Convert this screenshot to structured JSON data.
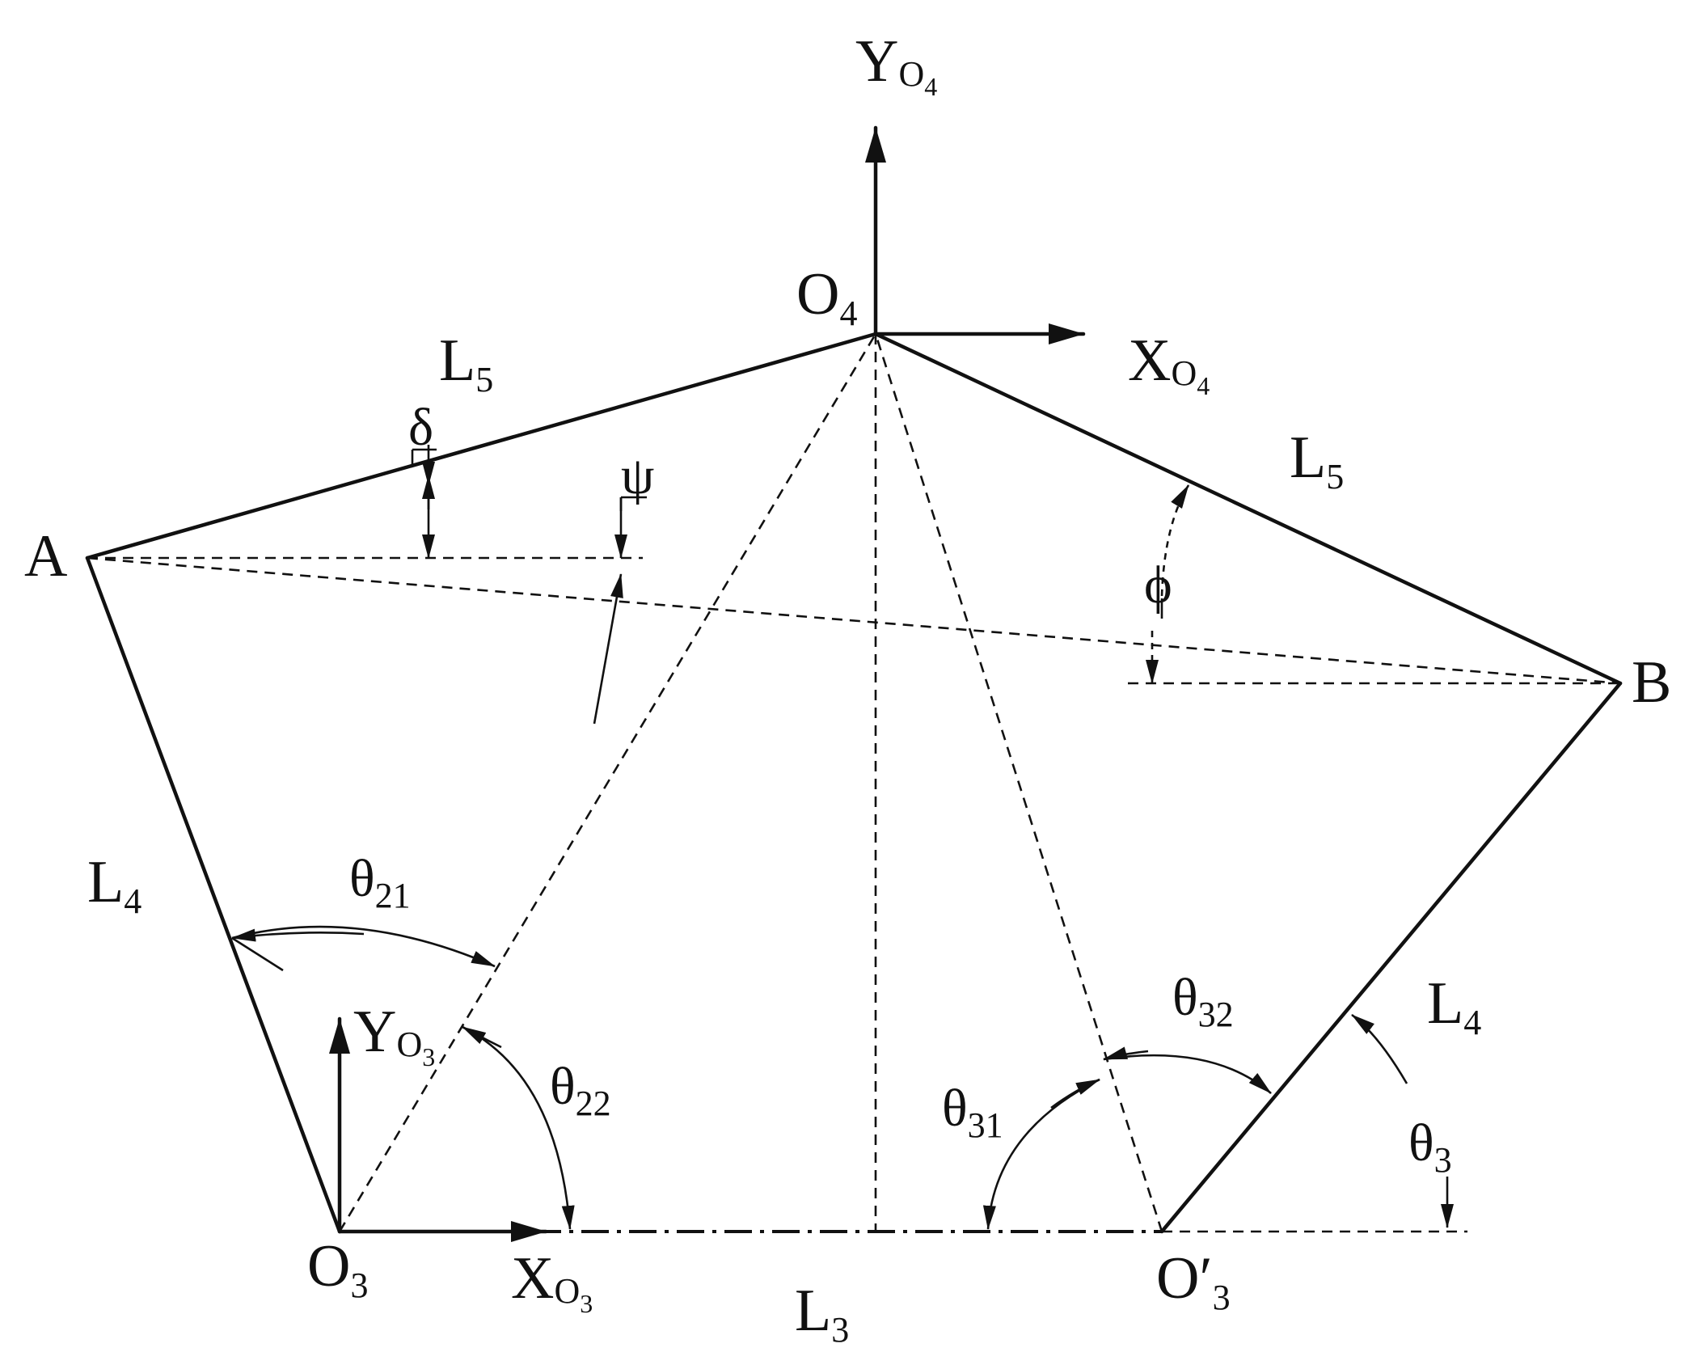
{
  "labels": {
    "A": "A",
    "B": "B",
    "O4": {
      "main": "O",
      "sub": "4"
    },
    "O3": {
      "main": "O",
      "sub": "3"
    },
    "O3p": {
      "main": "O′",
      "sub": "3"
    },
    "YO4": {
      "main": "Y",
      "o": "O",
      "sub": "4"
    },
    "XO4": {
      "main": "X",
      "o": "O",
      "sub": "4"
    },
    "YO3": {
      "main": "Y",
      "o": "O",
      "sub": "3"
    },
    "XO3": {
      "main": "X",
      "o": "O",
      "sub": "3"
    },
    "L5_left": {
      "main": "L",
      "sub": "5"
    },
    "L5_right": {
      "main": "L",
      "sub": "5"
    },
    "L4_left": {
      "main": "L",
      "sub": "4"
    },
    "L4_right": {
      "main": "L",
      "sub": "4"
    },
    "L3": {
      "main": "L",
      "sub": "3"
    },
    "delta": "δ",
    "psi": "ψ",
    "phi": "ϕ",
    "theta21": {
      "main": "θ",
      "sub": "21"
    },
    "theta22": {
      "main": "θ",
      "sub": "22"
    },
    "theta31": {
      "main": "θ",
      "sub": "31"
    },
    "theta32": {
      "main": "θ",
      "sub": "32"
    },
    "theta3": {
      "main": "θ",
      "sub": "3"
    }
  },
  "colors": {
    "ink": "#111111",
    "background": "#ffffff"
  }
}
